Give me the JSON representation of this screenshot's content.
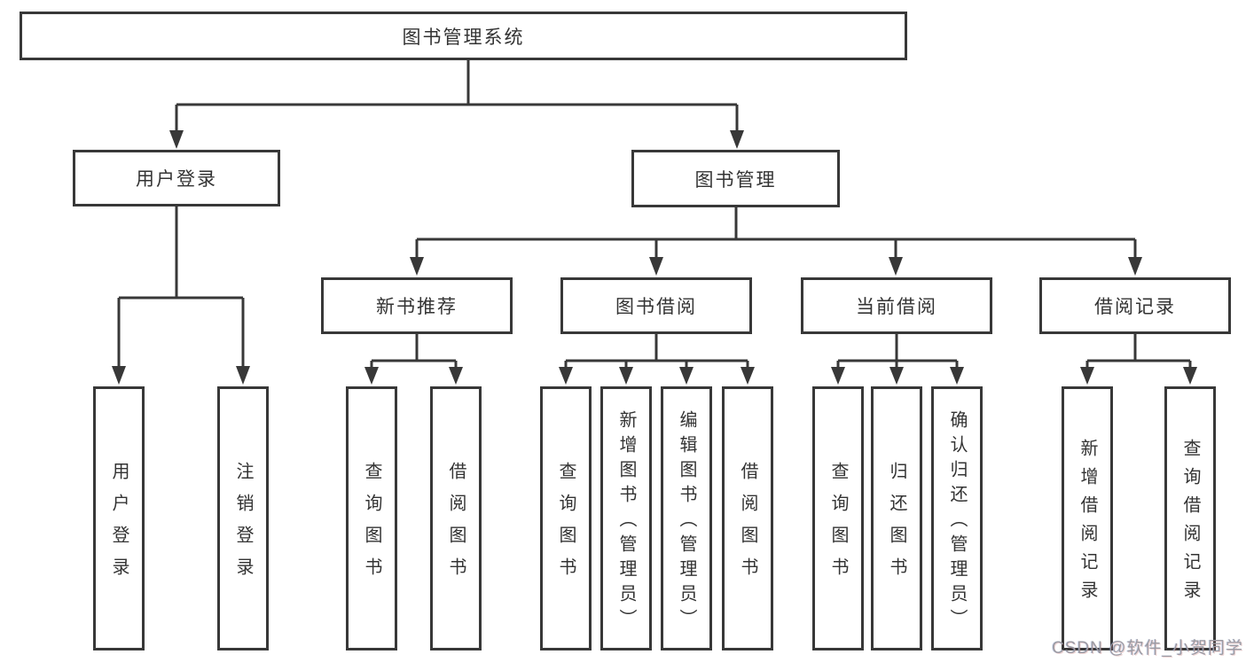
{
  "title": "图书管理系统",
  "tree": {
    "root": {
      "label": "图书管理系统"
    },
    "branches": [
      {
        "label": "用户登录",
        "children": [
          {
            "label": "用户登录"
          },
          {
            "label": "注销登录"
          }
        ]
      },
      {
        "label": "图书管理",
        "children": [
          {
            "label": "新书推荐",
            "children": [
              {
                "label": "查询图书"
              },
              {
                "label": "借阅图书"
              }
            ]
          },
          {
            "label": "图书借阅",
            "children": [
              {
                "label": "查询图书"
              },
              {
                "label": "新增图书（管理员）"
              },
              {
                "label": "编辑图书（管理员）"
              },
              {
                "label": "借阅图书"
              }
            ]
          },
          {
            "label": "当前借阅",
            "children": [
              {
                "label": "查询图书"
              },
              {
                "label": "归还图书"
              },
              {
                "label": "确认归还（管理员）"
              }
            ]
          },
          {
            "label": "借阅记录",
            "children": [
              {
                "label": "新增借阅记录"
              },
              {
                "label": "查询借阅记录"
              }
            ]
          }
        ]
      }
    ]
  },
  "watermark": "CSDN @软件_小贺同学",
  "colors": {
    "line": "#383838",
    "text": "#333333",
    "watermark": "#9b9ba3",
    "background": "#ffffff"
  }
}
